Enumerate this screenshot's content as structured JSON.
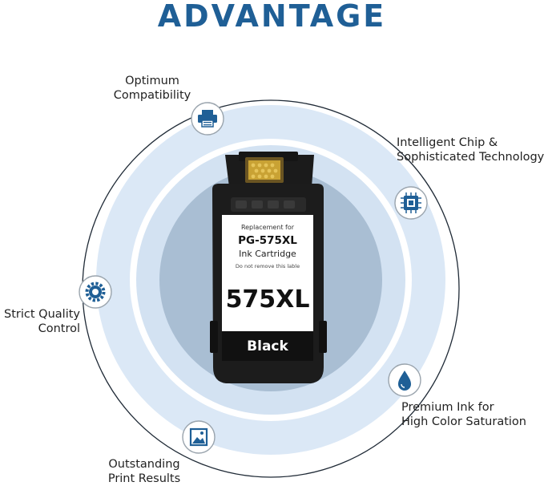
{
  "header": {
    "title": "ADVANTAGE"
  },
  "features": {
    "compatibility": {
      "line1": "Optimum",
      "line2": "Compatibility",
      "icon": "printer-icon"
    },
    "chip": {
      "line1": "Intelligent Chip &",
      "line2": "Sophisticated Technology",
      "icon": "chip-icon"
    },
    "quality": {
      "line1": "Strict Quality",
      "line2": "Control",
      "icon": "gear-icon"
    },
    "ink": {
      "line1": "Premium Ink for",
      "line2": "High Color Saturation",
      "icon": "ink-drop-icon"
    },
    "print": {
      "line1": "Outstanding",
      "line2": "Print Results",
      "icon": "picture-icon"
    }
  },
  "cartridge": {
    "replacement": "Replacement for",
    "model": "PG-575XL",
    "type": "Ink Cartridge",
    "warning": "Do not remove this lable",
    "number": "575XL",
    "color": "Black"
  },
  "colors": {
    "accent": "#1f5f96",
    "ring_outer": "#dbe8f6",
    "ring_inner": "#a9bed3",
    "cartridge_body": "#1c1c1c"
  }
}
